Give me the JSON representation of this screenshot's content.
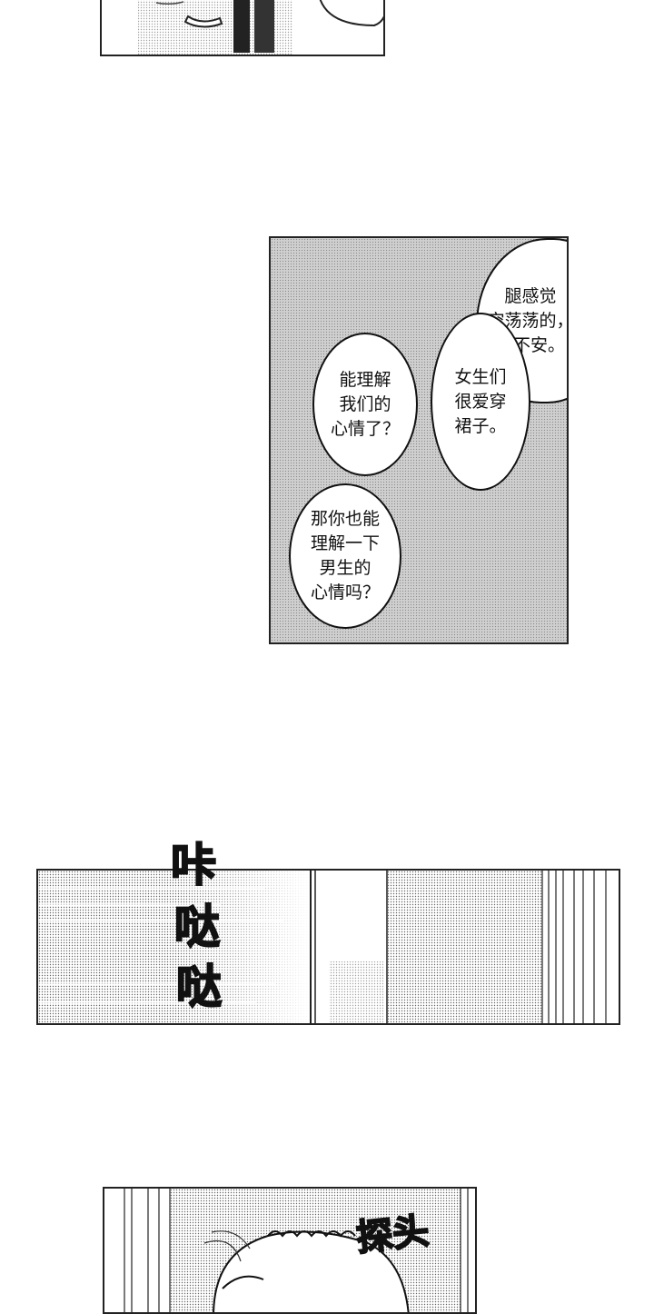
{
  "panel2": {
    "bubbles": [
      {
        "text": "腿感觉\n空荡荡的，\n很不安。"
      },
      {
        "text": "女生们\n很爱穿\n裙子。"
      },
      {
        "text": "能理解\n我们的\n心情了？"
      },
      {
        "text": "那你也能\n理解一下\n男生的\n心情吗？"
      }
    ]
  },
  "panel3": {
    "sfx": [
      "咔",
      "哒",
      "哒"
    ]
  },
  "panel4": {
    "sfx": "探头"
  }
}
